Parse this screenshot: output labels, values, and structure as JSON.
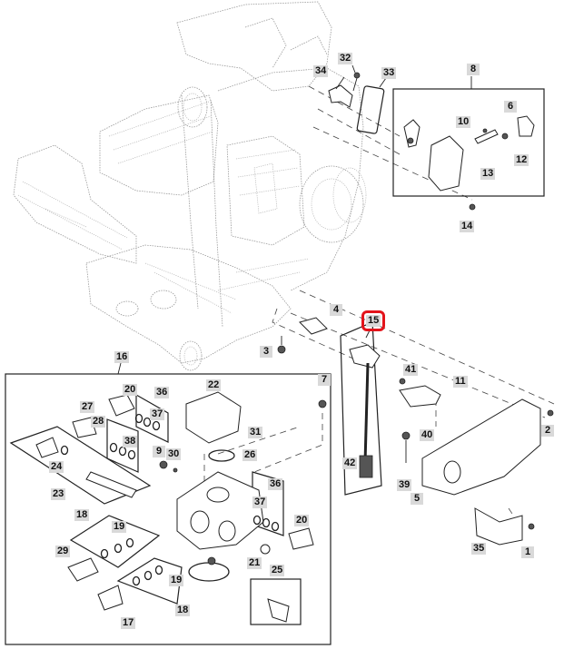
{
  "diagram": {
    "type": "exploded parts diagram",
    "highlight_color": "#e3141b",
    "label_background": "#d9d9d9",
    "highlighted_callout": "15",
    "callouts": [
      {
        "id": "c32",
        "label": "32"
      },
      {
        "id": "c34",
        "label": "34"
      },
      {
        "id": "c33",
        "label": "33"
      },
      {
        "id": "c8",
        "label": "8"
      },
      {
        "id": "c6",
        "label": "6"
      },
      {
        "id": "c10",
        "label": "10"
      },
      {
        "id": "c12",
        "label": "12"
      },
      {
        "id": "c13",
        "label": "13"
      },
      {
        "id": "c14",
        "label": "14"
      },
      {
        "id": "c4",
        "label": "4"
      },
      {
        "id": "c15",
        "label": "15"
      },
      {
        "id": "c3",
        "label": "3"
      },
      {
        "id": "c16",
        "label": "16"
      },
      {
        "id": "c7",
        "label": "7"
      },
      {
        "id": "c41",
        "label": "41"
      },
      {
        "id": "c11",
        "label": "11"
      },
      {
        "id": "c2",
        "label": "2"
      },
      {
        "id": "c40",
        "label": "40"
      },
      {
        "id": "c42",
        "label": "42"
      },
      {
        "id": "c39",
        "label": "39"
      },
      {
        "id": "c5",
        "label": "5"
      },
      {
        "id": "c35",
        "label": "35"
      },
      {
        "id": "c1",
        "label": "1"
      },
      {
        "id": "c20a",
        "label": "20"
      },
      {
        "id": "c36a",
        "label": "36"
      },
      {
        "id": "c37a",
        "label": "37"
      },
      {
        "id": "c22",
        "label": "22"
      },
      {
        "id": "c27",
        "label": "27"
      },
      {
        "id": "c28",
        "label": "28"
      },
      {
        "id": "c38",
        "label": "38"
      },
      {
        "id": "c9",
        "label": "9"
      },
      {
        "id": "c30",
        "label": "30"
      },
      {
        "id": "c31",
        "label": "31"
      },
      {
        "id": "c26",
        "label": "26"
      },
      {
        "id": "c24",
        "label": "24"
      },
      {
        "id": "c23",
        "label": "23"
      },
      {
        "id": "c36b",
        "label": "36"
      },
      {
        "id": "c37b",
        "label": "37"
      },
      {
        "id": "c18a",
        "label": "18"
      },
      {
        "id": "c19a",
        "label": "19"
      },
      {
        "id": "c20b",
        "label": "20"
      },
      {
        "id": "c29",
        "label": "29"
      },
      {
        "id": "c21",
        "label": "21"
      },
      {
        "id": "c25",
        "label": "25"
      },
      {
        "id": "c19b",
        "label": "19"
      },
      {
        "id": "c18b",
        "label": "18"
      },
      {
        "id": "c17",
        "label": "17"
      }
    ]
  }
}
